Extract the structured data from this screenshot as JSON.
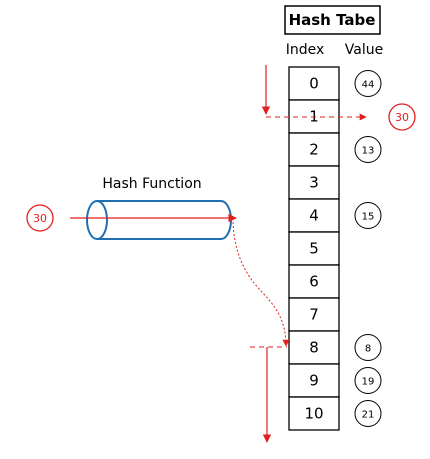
{
  "title": "Hash Tabe",
  "headers": {
    "index": "Index",
    "value": "Value"
  },
  "function_label": "Hash Function",
  "input_key": "30",
  "collision_key": "30",
  "table": [
    {
      "index": "0",
      "value": "44"
    },
    {
      "index": "1",
      "value": ""
    },
    {
      "index": "2",
      "value": "13"
    },
    {
      "index": "3",
      "value": ""
    },
    {
      "index": "4",
      "value": "15"
    },
    {
      "index": "5",
      "value": ""
    },
    {
      "index": "6",
      "value": ""
    },
    {
      "index": "7",
      "value": ""
    },
    {
      "index": "8",
      "value": "8"
    },
    {
      "index": "9",
      "value": "19"
    },
    {
      "index": "10",
      "value": "21"
    }
  ],
  "colors": {
    "accent_red": "#e0201f",
    "cylinder_blue": "#1f6fb2",
    "outline": "#000000"
  }
}
